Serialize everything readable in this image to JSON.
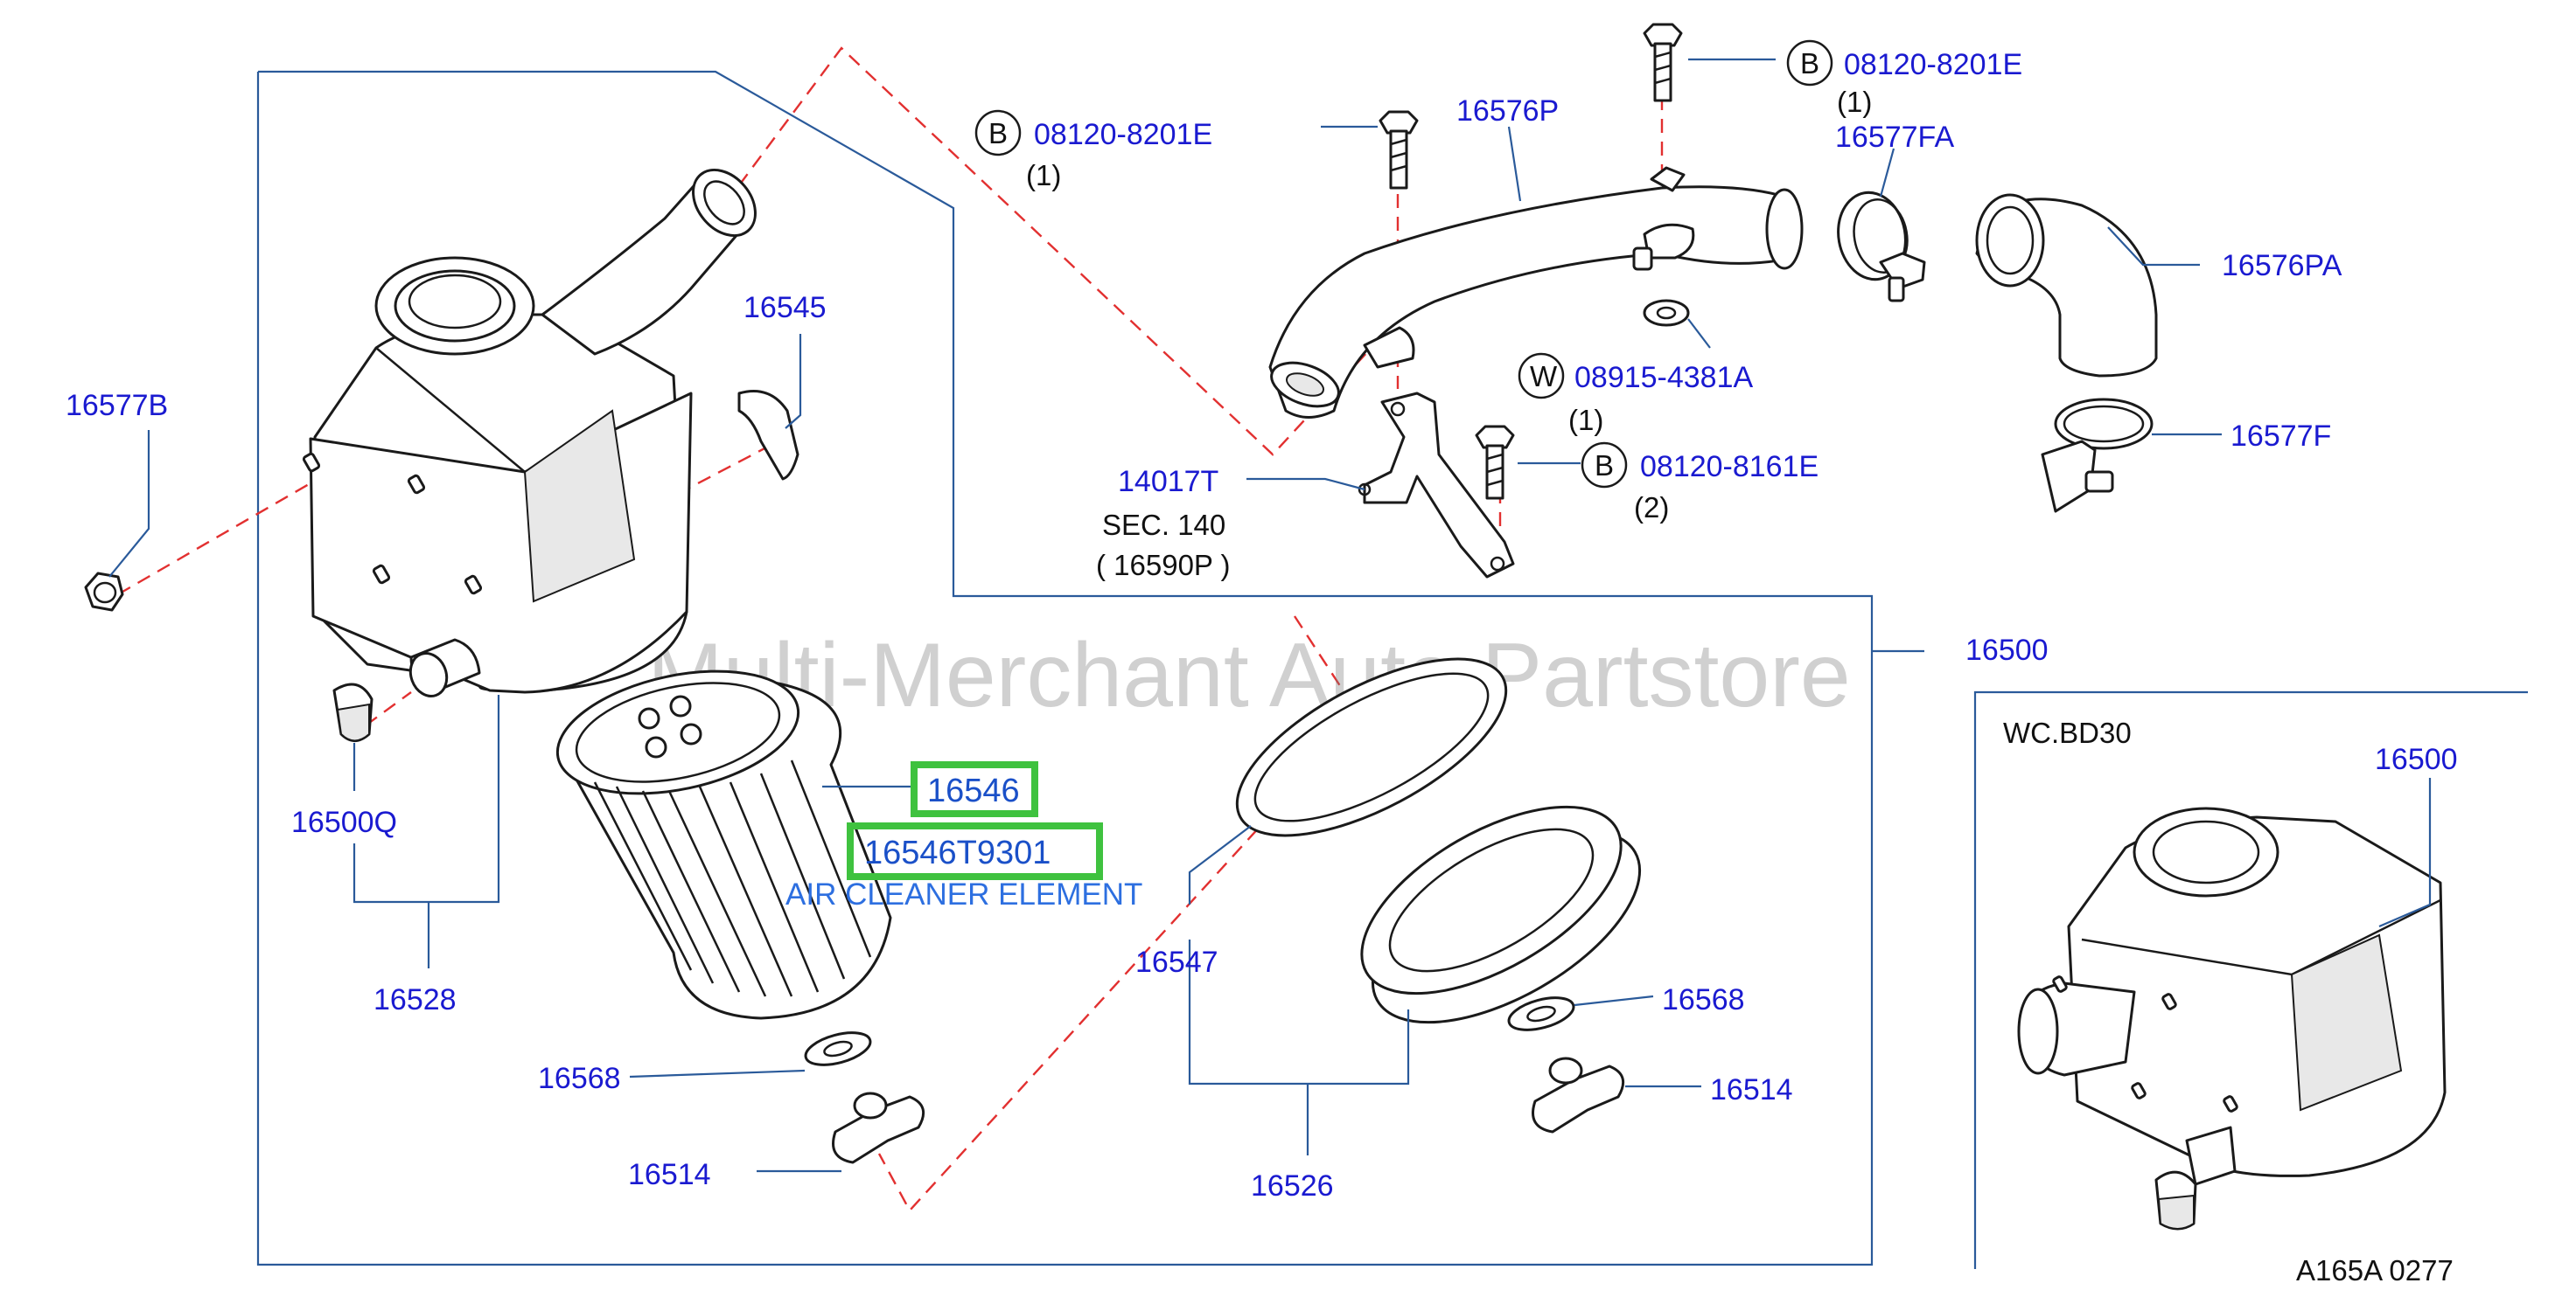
{
  "labels": {
    "b1_code": "08120-8201E",
    "b1_qty": "(1)",
    "b1_letter": "B",
    "b2_code": "08120-8201E",
    "b2_qty": "(1)",
    "b2_letter": "B",
    "p16576P": "16576P",
    "p16577FA": "16577FA",
    "p16576PA": "16576PA",
    "p16545": "16545",
    "p16577B": "16577B",
    "w_letter": "W",
    "w_code": "08915-4381A",
    "w_qty": "(1)",
    "b3_letter": "B",
    "b3_code": "08120-8161E",
    "b3_qty": "(2)",
    "p14017T": "14017T",
    "sec_line1": "SEC.   140",
    "sec_line2": "( 16590P     )",
    "p16577F": "16577F",
    "p16500_main": "16500",
    "p16500Q": "16500Q",
    "p16528": "16528",
    "p16546": "16546",
    "p16546T9301": "16546T9301",
    "air_cleaner_element": "AIR CLEANER ELEMENT",
    "p16547": "16547",
    "p16568_left": "16568",
    "p16568_right": "16568",
    "p16514_left": "16514",
    "p16514_right": "16514",
    "p16526": "16526",
    "wc_title": "WC.BD30",
    "p16500_inset": "16500",
    "diagram_code": "A165A   0277"
  },
  "watermark": "Multi-Merchant Auto Partstore",
  "colors": {
    "part_label": "#1a1ad0",
    "leader_line": "#2a5a9a",
    "dashed_line": "#e23030",
    "highlight_box": "#3fc23f",
    "subtitle": "#2d6fe0"
  }
}
